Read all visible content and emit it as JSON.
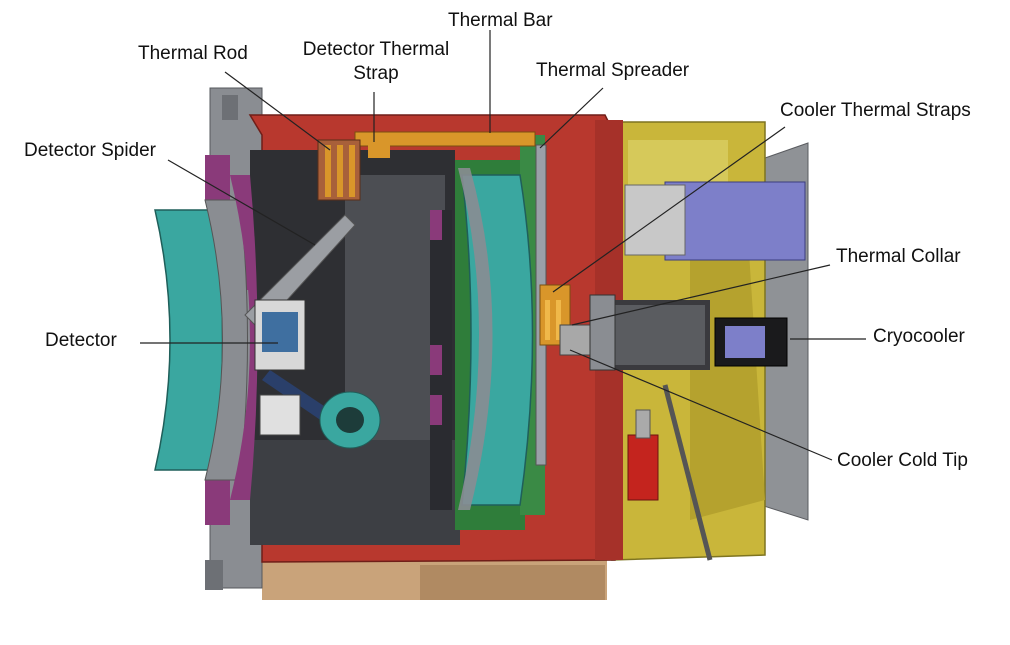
{
  "labels": {
    "thermal_bar": "Thermal Bar",
    "thermal_rod": "Thermal Rod",
    "detector_thermal_strap_line1": "Detector Thermal",
    "detector_thermal_strap_line2": "Strap",
    "thermal_spreader": "Thermal Spreader",
    "cooler_thermal_straps": "Cooler Thermal Straps",
    "detector_spider": "Detector Spider",
    "thermal_collar": "Thermal Collar",
    "detector": "Detector",
    "cryocooler": "Cryocooler",
    "cooler_cold_tip": "Cooler Cold Tip"
  },
  "colors": {
    "housing_red": "#b8382e",
    "cooler_yellow": "#c9b63a",
    "lens_teal": "#3aa7a0",
    "mount_gray": "#8a8d92",
    "dark_interior": "#2e2f33",
    "green_panel": "#2f7d3a",
    "strap_orange": "#d9962a",
    "motor_blue": "#7d7fc9",
    "base_tan": "#c9a37a",
    "cooler_red": "#c4241e",
    "purple": "#8a3a7a"
  }
}
